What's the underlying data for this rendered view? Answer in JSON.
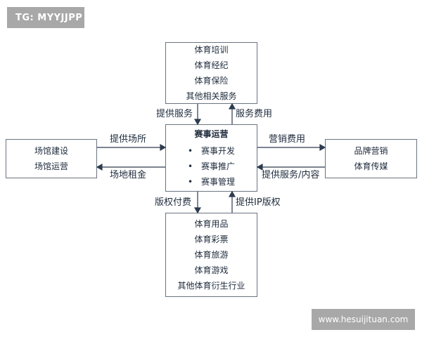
{
  "watermark_top": "TG: MYYJJPP",
  "watermark_bottom": "www.hesuijituan.com",
  "boxes": {
    "top": {
      "lines": [
        "体育培训",
        "体育经纪",
        "体育保险",
        "其他相关服务"
      ]
    },
    "left": {
      "lines": [
        "场馆建设",
        "场馆运营"
      ]
    },
    "right": {
      "lines": [
        "品牌营销",
        "体育传媒"
      ]
    },
    "bottom": {
      "lines": [
        "体育用品",
        "体育彩票",
        "体育旅游",
        "体育游戏",
        "其他体育衍生行业"
      ]
    },
    "center": {
      "title": "赛事运营",
      "bullet": "•",
      "items": [
        "赛事开发",
        "赛事推广",
        "赛事管理"
      ]
    }
  },
  "arrows": {
    "top_down": "提供服务",
    "top_up": "服务费用",
    "left_in": "提供场所",
    "left_out": "场地租金",
    "right_out": "营销费用",
    "right_in": "提供服务/内容",
    "bottom_down": "版权付费",
    "bottom_up": "提供IP版权"
  }
}
